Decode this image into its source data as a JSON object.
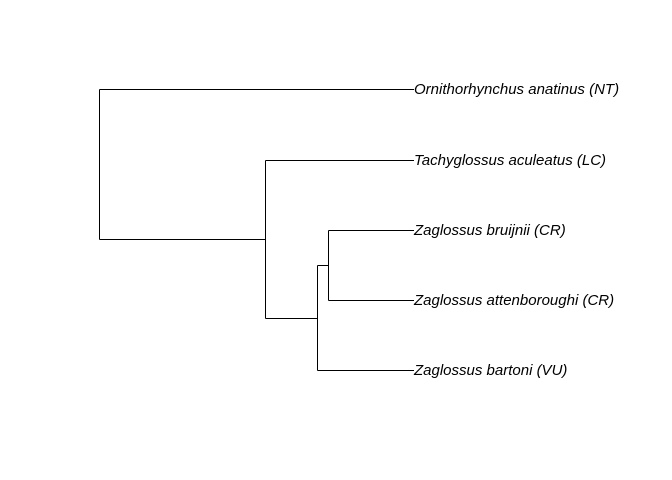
{
  "tree": {
    "tips": [
      {
        "id": "orn",
        "label": "Ornithorhynchus anatinus (NT)"
      },
      {
        "id": "tac",
        "label": "Tachyglossus aculeatus (LC)"
      },
      {
        "id": "zbr",
        "label": "Zaglossus bruijnii (CR)"
      },
      {
        "id": "zat",
        "label": "Zaglossus attenboroughi (CR)"
      },
      {
        "id": "zba",
        "label": "Zaglossus bartoni (VU)"
      }
    ],
    "topology": "(Ornithorhynchus anatinus (NT),(Tachyglossus aculeatus (LC),((Zaglossus bruijnii (CR),Zaglossus attenboroughi (CR)),Zaglossus bartoni (VU))))"
  }
}
